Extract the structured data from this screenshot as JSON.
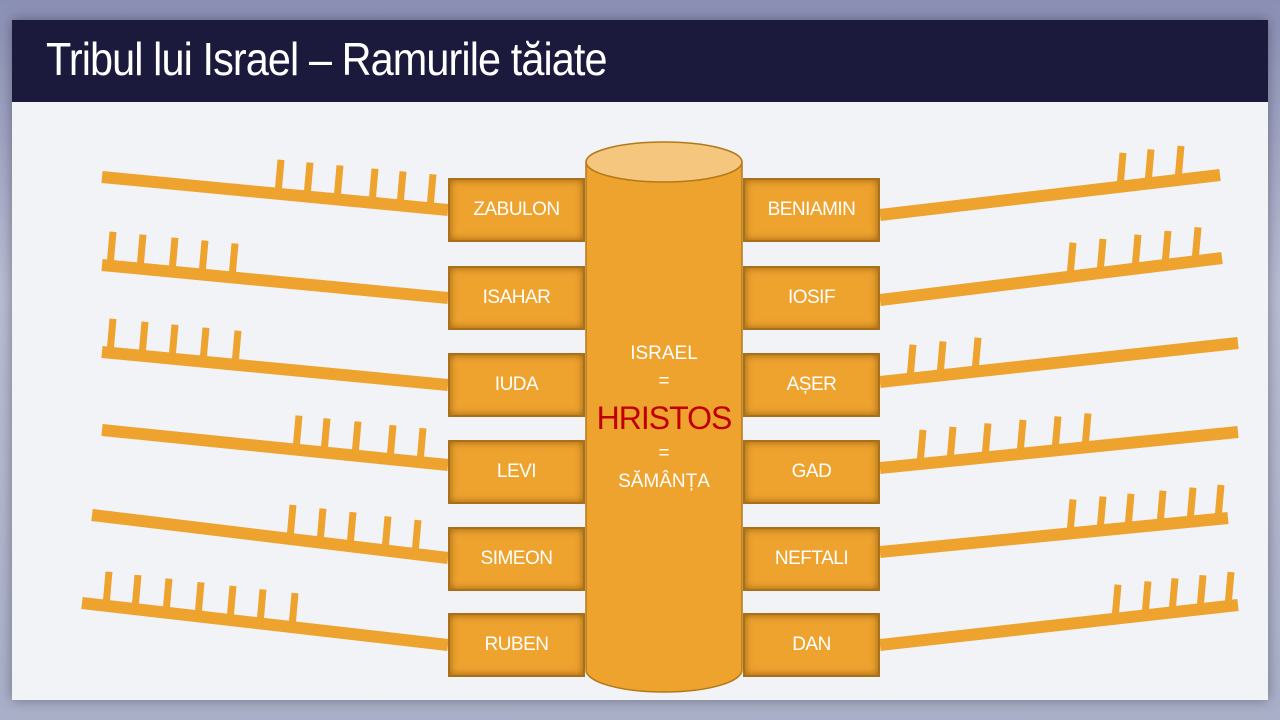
{
  "slide": {
    "title": "Tribul lui Israel – Ramurile tăiate",
    "left_tribes": [
      "ZABULON",
      "ISAHAR",
      "IUDA",
      "LEVI",
      "SIMEON",
      "RUBEN"
    ],
    "right_tribes": [
      "BENIAMIN",
      "IOSIF",
      "AȘER",
      "GAD",
      "NEFTALI",
      "DAN"
    ],
    "center": {
      "line1": "ISRAEL",
      "eq1": "=",
      "main": "HRISTOS",
      "eq2": "=",
      "line3": "SĂMÂNȚA"
    }
  },
  "colors": {
    "accent": "#eea32f",
    "title_bar": "#1b1a3d",
    "highlight": "#c00000"
  }
}
